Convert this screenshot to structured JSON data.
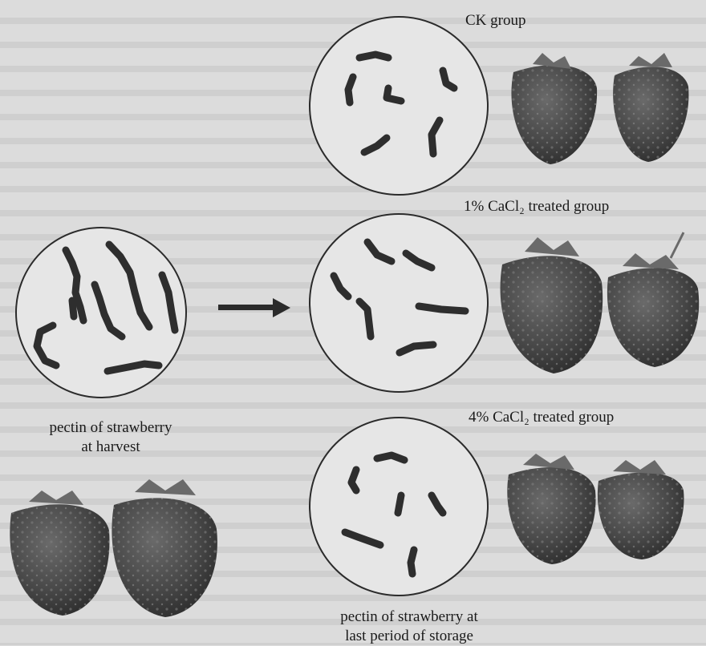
{
  "groups": {
    "ck": "CK group",
    "cacl1": "1% CaCl₂ treated group",
    "cacl4": "4% CaCl₂ treated group"
  },
  "harvest_label": [
    "pectin of strawberry",
    "at harvest"
  ],
  "storage_label": [
    "pectin of strawberry at",
    "last period of storage"
  ],
  "colors": {
    "ink": "#2b2b2b",
    "berry": "#4a4a4a",
    "leaf": "#6a6a6a",
    "page": "#dcdcdc"
  },
  "icons": {
    "arrow": "right-arrow-icon",
    "berry": "strawberry-icon"
  }
}
